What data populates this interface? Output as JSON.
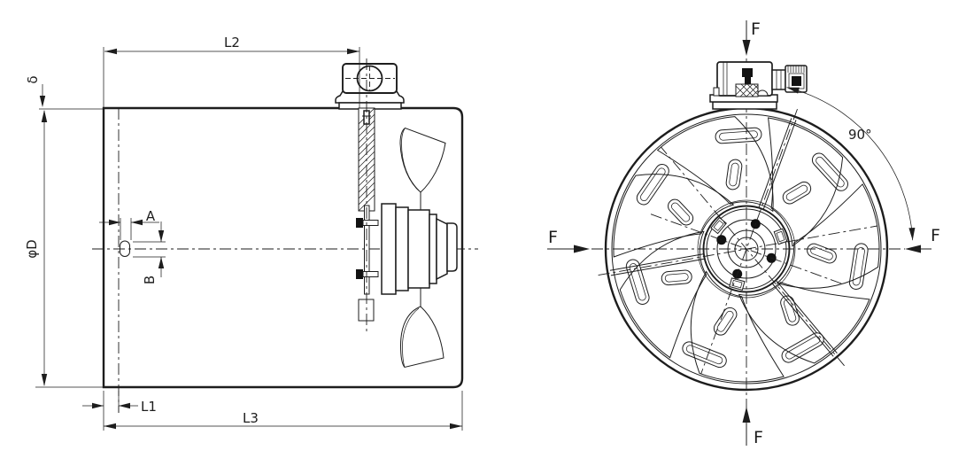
{
  "drawing": {
    "side_view": {
      "labels": {
        "l2": "L2",
        "delta": "δ",
        "phi_d": "φD",
        "a": "A",
        "b": "B",
        "l1": "L1",
        "l3": "L3"
      }
    },
    "front_view": {
      "labels": {
        "f_top": "F",
        "f_left": "F",
        "f_right": "F",
        "f_bottom": "F",
        "angle": "90°"
      }
    },
    "colors": {
      "line": "#1d1d1d",
      "dark_fill": "#121212",
      "background": "#ffffff"
    }
  }
}
